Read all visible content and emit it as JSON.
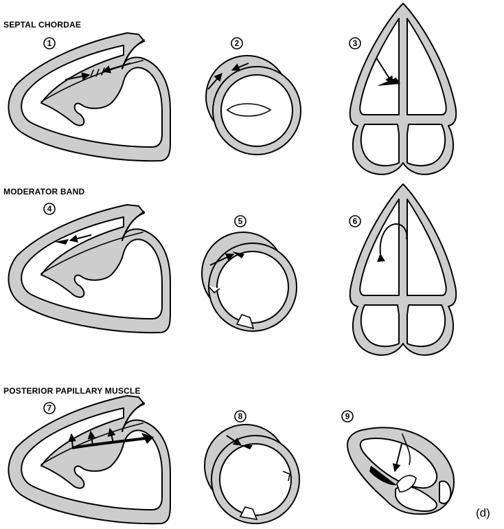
{
  "sections": [
    {
      "heading": "SEPTAL CHORDAE",
      "numbers": [
        "1",
        "2",
        "3"
      ]
    },
    {
      "heading": "MODERATOR BAND",
      "numbers": [
        "4",
        "5",
        "6"
      ]
    },
    {
      "heading": "POSTERIOR PAPILLARY MUSCLE",
      "numbers": [
        "7",
        "8",
        "9"
      ]
    }
  ],
  "panel_label": "(d)"
}
